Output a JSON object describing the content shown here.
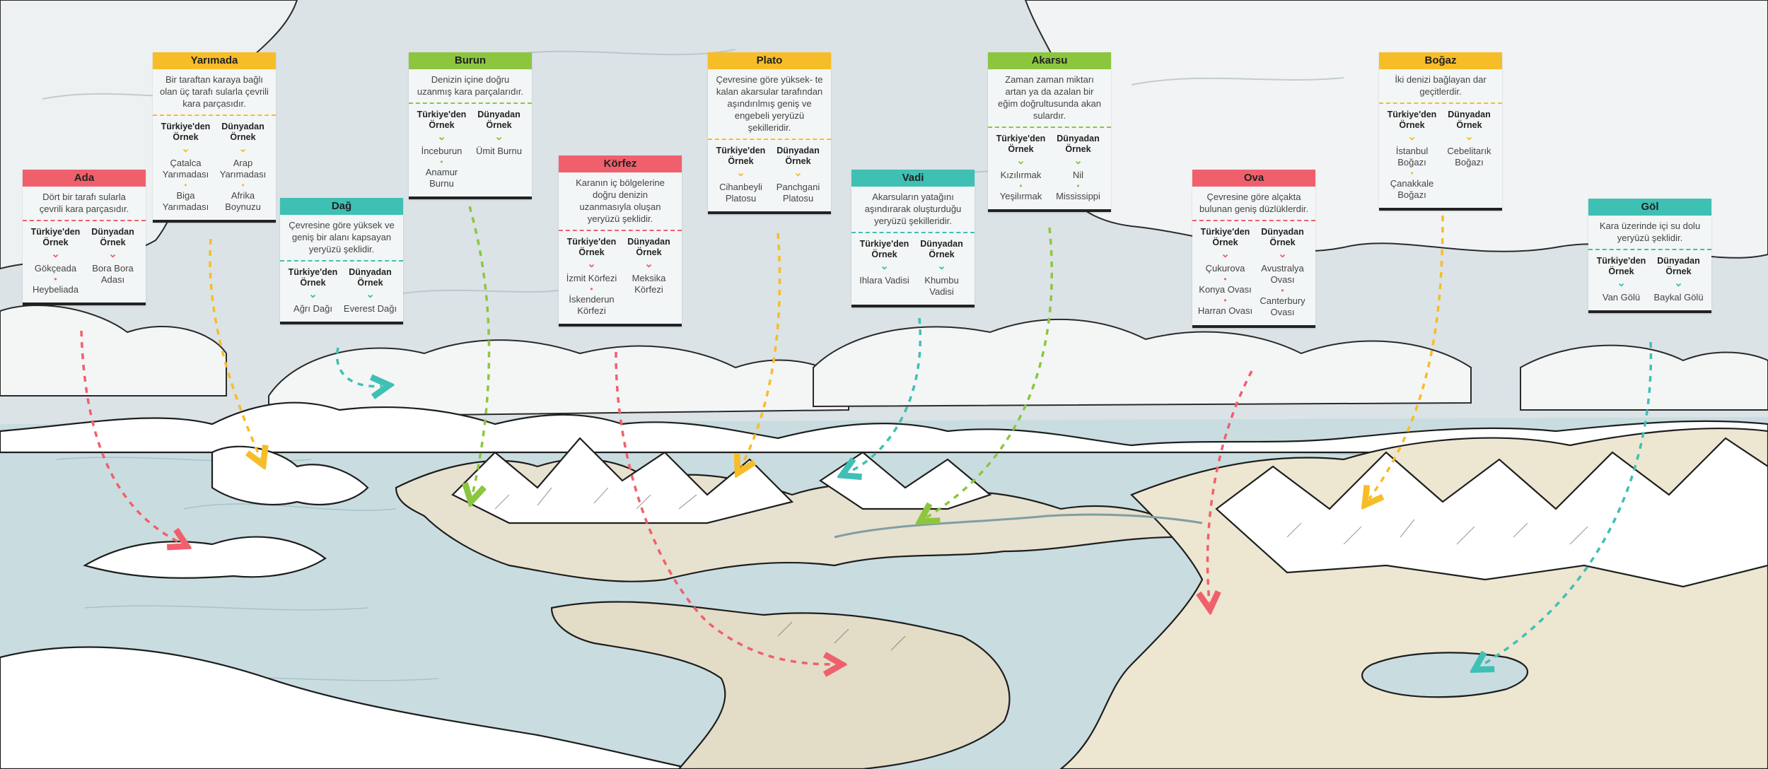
{
  "colors": {
    "red": "#f0606c",
    "yellow": "#f7bd28",
    "green": "#8cc63f",
    "teal": "#3fc0b4",
    "sea": "#c9dde0",
    "land": "#ddd6c2",
    "snow": "#ffffff",
    "ink": "#1e1e1e"
  },
  "cards": [
    {
      "id": "ada",
      "title": "Ada",
      "color": "red",
      "desc": "Dört bir tarafı sularla çevrili kara parçasıdır.",
      "tr_label": "Türkiye'den Örnek",
      "world_label": "Dünyadan Örnek",
      "tr": [
        "Gökçeada",
        "Heybeliada"
      ],
      "world": [
        "Bora Bora Adası"
      ]
    },
    {
      "id": "yarimada",
      "title": "Yarımada",
      "color": "yellow",
      "desc": "Bir taraftan karaya bağlı olan üç tarafı sularla çevrili kara parçasıdır.",
      "tr_label": "Türkiye'den Örnek",
      "world_label": "Dünyadan Örnek",
      "tr": [
        "Çatalca Yarımadası",
        "Biga Yarımadası"
      ],
      "world": [
        "Arap Yarımadası",
        "Afrika Boynuzu"
      ]
    },
    {
      "id": "dag",
      "title": "Dağ",
      "color": "teal",
      "desc": "Çevresine göre yüksek ve geniş bir alanı kapsayan yeryüzü şeklidir.",
      "tr_label": "Türkiye'den Örnek",
      "world_label": "Dünyadan Örnek",
      "tr": [
        "Ağrı Dağı"
      ],
      "world": [
        "Everest Dağı"
      ]
    },
    {
      "id": "burun",
      "title": "Burun",
      "color": "green",
      "desc": "Denizin içine doğru uzanmış kara parçalarıdır.",
      "tr_label": "Türkiye'den Örnek",
      "world_label": "Dünyadan Örnek",
      "tr": [
        "İnceburun",
        "Anamur Burnu"
      ],
      "world": [
        "Ümit Burnu"
      ]
    },
    {
      "id": "korfez",
      "title": "Körfez",
      "color": "red",
      "desc": "Karanın iç bölgelerine doğru denizin uzanmasıyla oluşan yeryüzü şeklidir.",
      "tr_label": "Türkiye'den Örnek",
      "world_label": "Dünyadan Örnek",
      "tr": [
        "İzmit Körfezi",
        "İskenderun Körfezi"
      ],
      "world": [
        "Meksika Körfezi"
      ]
    },
    {
      "id": "plato",
      "title": "Plato",
      "color": "yellow",
      "desc": "Çevresine göre yüksek- te kalan akarsular tarafından aşındırılmış geniş ve engebeli yeryüzü şekilleridir.",
      "tr_label": "Türkiye'den Örnek",
      "world_label": "Dünyadan Örnek",
      "tr": [
        "Cihanbeyli Platosu"
      ],
      "world": [
        "Panchgani Platosu"
      ]
    },
    {
      "id": "vadi",
      "title": "Vadi",
      "color": "teal",
      "desc": "Akarsuların yatağını aşındırarak oluşturduğu yeryüzü şekilleridir.",
      "tr_label": "Türkiye'den Örnek",
      "world_label": "Dünyadan Örnek",
      "tr": [
        "Ihlara Vadisi"
      ],
      "world": [
        "Khumbu Vadisi"
      ]
    },
    {
      "id": "akarsu",
      "title": "Akarsu",
      "color": "green",
      "desc": "Zaman zaman miktarı artan ya da azalan bir eğim doğrultusunda akan sulardır.",
      "tr_label": "Türkiye'den Örnek",
      "world_label": "Dünyadan Örnek",
      "tr": [
        "Kızılırmak",
        "Yeşilırmak"
      ],
      "world": [
        "Nil",
        "Mississippi"
      ]
    },
    {
      "id": "ova",
      "title": "Ova",
      "color": "red",
      "desc": "Çevresine göre alçakta bulunan geniş düzlüklerdir.",
      "tr_label": "Türkiye'den Örnek",
      "world_label": "Dünyadan Örnek",
      "tr": [
        "Çukurova",
        "Konya Ovası",
        "Harran Ovası"
      ],
      "world": [
        "Avustralya Ovası",
        "Canterbury Ovası"
      ]
    },
    {
      "id": "bogaz",
      "title": "Boğaz",
      "color": "yellow",
      "desc": "İki denizi bağlayan dar geçitlerdir.",
      "tr_label": "Türkiye'den Örnek",
      "world_label": "Dünyadan Örnek",
      "tr": [
        "İstanbul Boğazı",
        "Çanakkale Boğazı"
      ],
      "world": [
        "Cebelitarık Boğazı"
      ]
    },
    {
      "id": "gol",
      "title": "Göl",
      "color": "teal",
      "desc": "Kara üzerinde içi su dolu yeryüzü şeklidir.",
      "tr_label": "Türkiye'den Örnek",
      "world_label": "Dünyadan Örnek",
      "tr": [
        "Van Gölü"
      ],
      "world": [
        "Baykal Gölü"
      ]
    }
  ]
}
